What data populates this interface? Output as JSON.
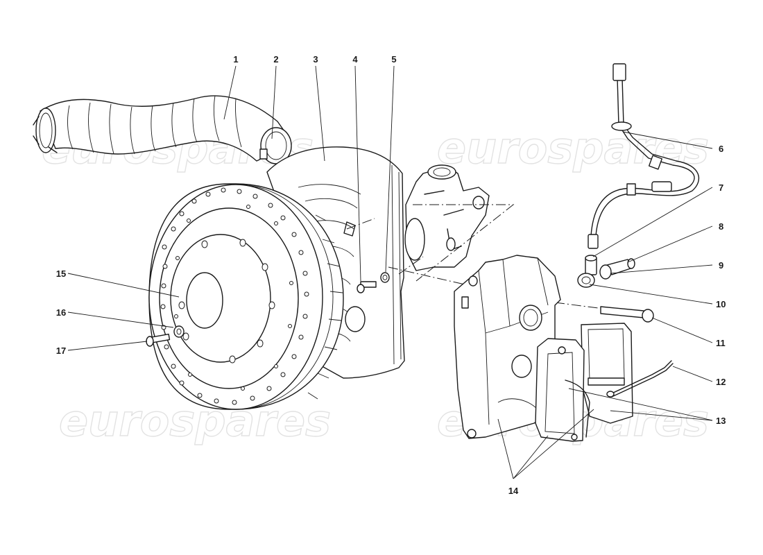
{
  "diagram": {
    "watermark_text": "eurospares",
    "callouts": [
      {
        "label": "1"
      },
      {
        "label": "2"
      },
      {
        "label": "3"
      },
      {
        "label": "4"
      },
      {
        "label": "5"
      },
      {
        "label": "6"
      },
      {
        "label": "7"
      },
      {
        "label": "8"
      },
      {
        "label": "9"
      },
      {
        "label": "10"
      },
      {
        "label": "11"
      },
      {
        "label": "12"
      },
      {
        "label": "13"
      },
      {
        "label": "14"
      },
      {
        "label": "15"
      },
      {
        "label": "16"
      },
      {
        "label": "17"
      }
    ]
  }
}
